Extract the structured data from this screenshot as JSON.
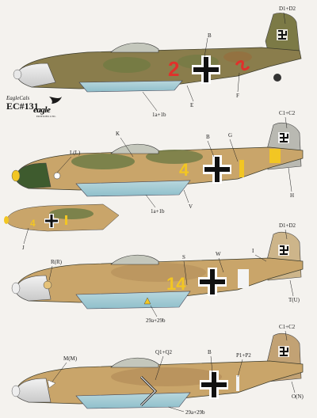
{
  "brand": {
    "name": "EagleCals",
    "catalog": "EC#131",
    "logo_word": "eagle",
    "logo_sub": "EDITIONS LTD."
  },
  "aircraft": [
    {
      "id": "plane-1",
      "fuselage_code": "2",
      "labels": [
        "D1+D2",
        "B",
        "1a+1b",
        "E",
        "F"
      ]
    },
    {
      "id": "plane-2",
      "fuselage_code": "4",
      "labels": [
        "C1+C2",
        "K",
        "L(L)",
        "B",
        "G",
        "H",
        "1a+1b",
        "V",
        "J"
      ]
    },
    {
      "id": "plane-3",
      "fuselage_code": "14",
      "labels": [
        "D1+D2",
        "R(R)",
        "S",
        "W",
        "I",
        "T(U)",
        "29a+29b"
      ]
    },
    {
      "id": "plane-4",
      "fuselage_code": "",
      "labels": [
        "C1+C2",
        "M(M)",
        "Q1+Q2",
        "B",
        "P1+P2",
        "O(N)",
        "29a+29b"
      ]
    }
  ],
  "colors": {
    "camo_brown": "#8a7a4a",
    "camo_green": "#6f7b45",
    "sand": "#c9a56a",
    "light_blue": "#a6cfd8",
    "yellow": "#f2c623",
    "red": "#e0312b",
    "dark_green": "#3e5b2e"
  }
}
